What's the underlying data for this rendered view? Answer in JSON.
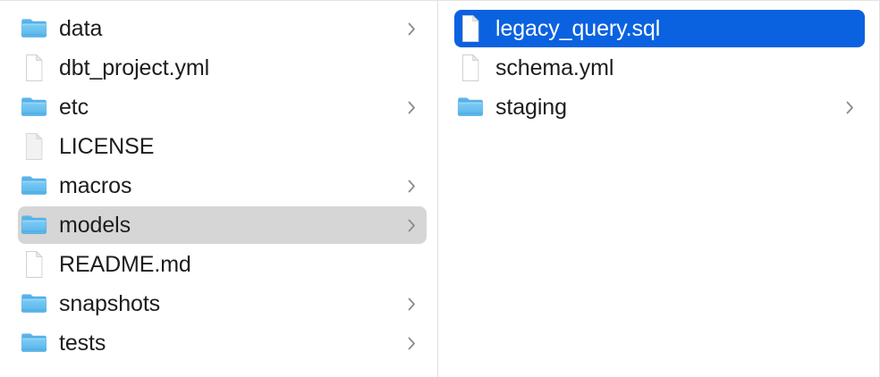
{
  "window": {
    "title": "Finder Column View",
    "view_mode": "column"
  },
  "colors": {
    "selection_active": "#0b62e0",
    "selection_inactive": "#d6d6d6",
    "text": "#1d1d1f",
    "text_selected": "#ffffff",
    "folder_blue": "#6cc2f0",
    "folder_blue_dark": "#3c9ad6",
    "chevron": "#8a8a8e",
    "divider": "#e0e0e0",
    "background": "#ffffff"
  },
  "columns": [
    {
      "name": "project-root-column",
      "items": [
        {
          "label": "data",
          "kind": "folder",
          "has_chevron": true,
          "selected": "none"
        },
        {
          "label": "dbt_project.yml",
          "kind": "document",
          "has_chevron": false,
          "selected": "none"
        },
        {
          "label": "etc",
          "kind": "folder",
          "has_chevron": true,
          "selected": "none"
        },
        {
          "label": "LICENSE",
          "kind": "document-plain",
          "has_chevron": false,
          "selected": "none"
        },
        {
          "label": "macros",
          "kind": "folder",
          "has_chevron": true,
          "selected": "none"
        },
        {
          "label": "models",
          "kind": "folder",
          "has_chevron": true,
          "selected": "inactive"
        },
        {
          "label": "README.md",
          "kind": "document",
          "has_chevron": false,
          "selected": "none"
        },
        {
          "label": "snapshots",
          "kind": "folder",
          "has_chevron": true,
          "selected": "none"
        },
        {
          "label": "tests",
          "kind": "folder",
          "has_chevron": true,
          "selected": "none"
        }
      ]
    },
    {
      "name": "models-column",
      "items": [
        {
          "label": "legacy_query.sql",
          "kind": "document",
          "has_chevron": false,
          "selected": "active"
        },
        {
          "label": "schema.yml",
          "kind": "document",
          "has_chevron": false,
          "selected": "none"
        },
        {
          "label": "staging",
          "kind": "folder",
          "has_chevron": true,
          "selected": "none"
        }
      ]
    }
  ],
  "icons": {
    "folder": "folder-icon",
    "document": "document-icon",
    "document-plain": "document-plain-icon",
    "chevron": "chevron-right-icon"
  }
}
